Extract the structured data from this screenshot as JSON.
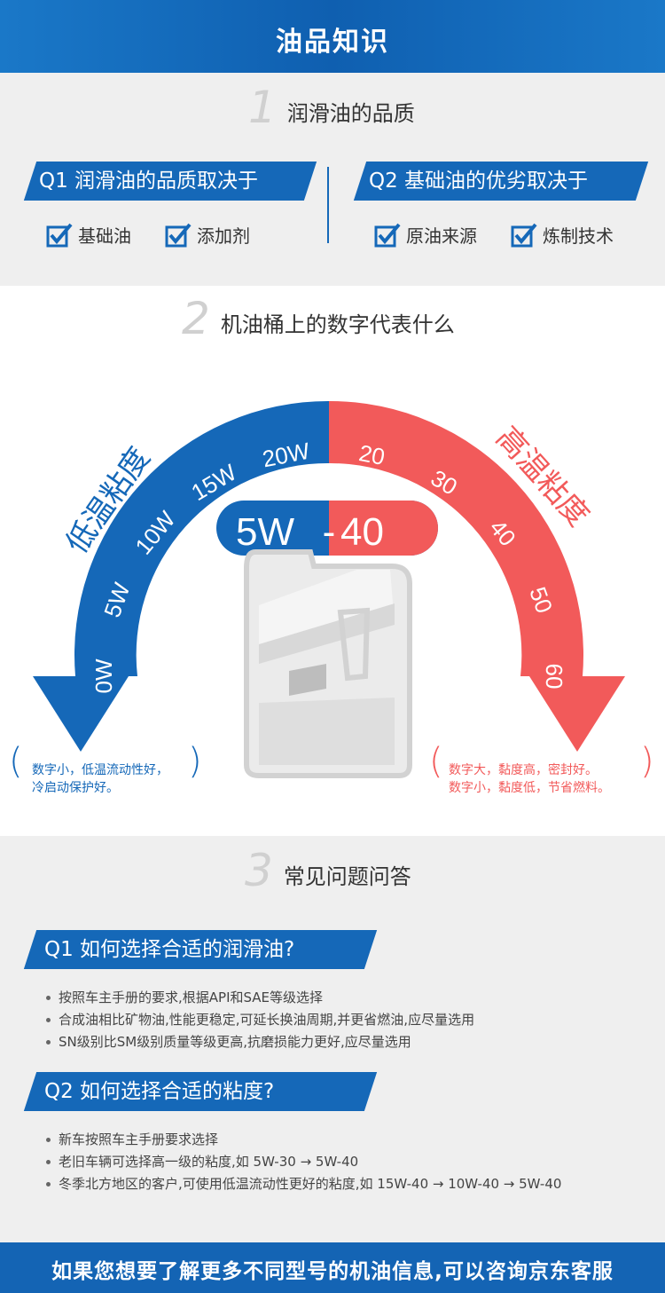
{
  "header": {
    "title": "油品知识"
  },
  "section1": {
    "number": "1",
    "title": "润滑油的品质",
    "q1": {
      "label": "Q1 润滑油的品质取决于",
      "items": [
        "基础油",
        "添加剂"
      ]
    },
    "q2": {
      "label": "Q2 基础油的优劣取决于",
      "items": [
        "原油来源",
        "炼制技术"
      ]
    }
  },
  "section2": {
    "number": "2",
    "title": "机油桶上的数字代表什么",
    "low_label": "低温粘度",
    "high_label": "高温粘度",
    "low_grades": [
      "0W",
      "5W",
      "10W",
      "15W",
      "20W"
    ],
    "high_grades": [
      "20",
      "30",
      "40",
      "50",
      "60"
    ],
    "badge": {
      "left": "5W",
      "dash": "-",
      "right": "40"
    },
    "low_note": [
      "数字小，低温流动性好，",
      "冷启动保护好。"
    ],
    "high_note": [
      "数字大，黏度高，密封好。",
      "数字小，黏度低，节省燃料。"
    ],
    "paren_open": "(",
    "paren_close": ")",
    "colors": {
      "blue": "#1568b8",
      "red": "#f25a5a"
    }
  },
  "section3": {
    "number": "3",
    "title": "常见问题问答",
    "q1": {
      "label": "Q1  如何选择合适的润滑油?",
      "bullets": [
        "按照车主手册的要求,根据API和SAE等级选择",
        "合成油相比矿物油,性能更稳定,可延长换油周期,并更省燃油,应尽量选用",
        "SN级别比SM级别质量等级更高,抗磨损能力更好,应尽量选用"
      ]
    },
    "q2": {
      "label": "Q2  如何选择合适的粘度?",
      "bullets": [
        "新车按照车主手册要求选择",
        "老旧车辆可选择高一级的粘度,如 5W-30 → 5W-40",
        "冬季北方地区的客户,可使用低温流动性更好的粘度,如 15W-40 →  10W-40 →  5W-40"
      ]
    }
  },
  "footer": {
    "text": "如果您想要了解更多不同型号的机油信息,可以咨询京东客服"
  }
}
